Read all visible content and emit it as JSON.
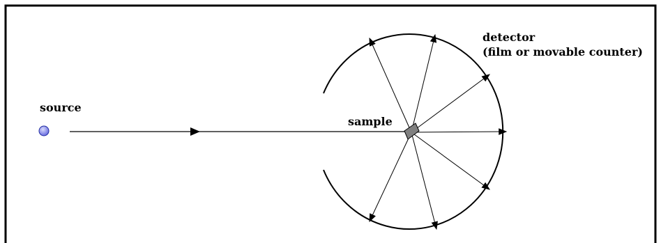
{
  "labels": {
    "source": "source",
    "sample": "sample",
    "detector_line1": "detector",
    "detector_line2": "(film or movable counter)"
  },
  "colors": {
    "frame": "#000000",
    "source_fill": "#8c8ff0",
    "sample_fill": "#808080"
  }
}
